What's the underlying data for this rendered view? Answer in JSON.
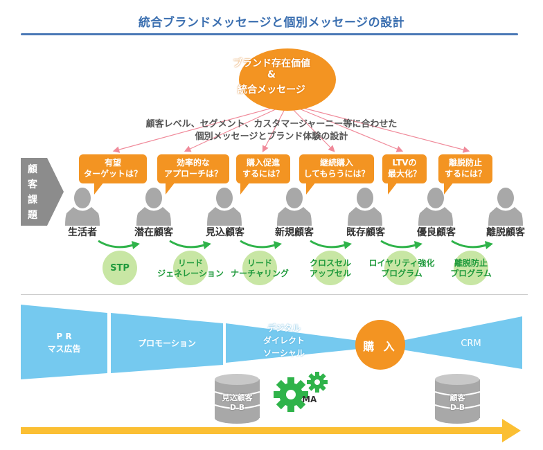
{
  "title": "統合ブランドメッセージと個別メッセージの設計",
  "core": {
    "line1": "ブランド存在価値",
    "line2": "&",
    "line3": "統合メッセージ",
    "color": "#f39422"
  },
  "subtitle": {
    "line1": "顧客レベル、セグメント、カスタマージャーニー等に合わせた",
    "line2": "個別メッセージとブランド体験の設計"
  },
  "side_tag": {
    "chars": [
      "顧",
      "客",
      "課",
      "題"
    ],
    "color": "#8c8c8c"
  },
  "challenges": [
    {
      "line1": "有望",
      "line2": "ターゲットは？"
    },
    {
      "line1": "効率的な",
      "line2": "アプローチは？"
    },
    {
      "line1": "購入促進",
      "line2": "するには？"
    },
    {
      "line1": "継続購入",
      "line2": "してもらうには？"
    },
    {
      "line1": "LTVの",
      "line2": "最大化？"
    },
    {
      "line1": "離脱防止",
      "line2": "するには？"
    }
  ],
  "customer_stages": [
    "生活者",
    "潜在顧客",
    "見込顧客",
    "新規顧客",
    "既存顧客",
    "優良顧客",
    "離脱顧客"
  ],
  "tactics": [
    {
      "line1": "STP",
      "line2": ""
    },
    {
      "line1": "リード",
      "line2": "ジェネレーション"
    },
    {
      "line1": "リード",
      "line2": "ナーチャリング"
    },
    {
      "line1": "クロスセル",
      "line2": "アップセル"
    },
    {
      "line1": "ロイヤリティ強化",
      "line2": "プログラム"
    },
    {
      "line1": "離脱防止",
      "line2": "プログラム"
    }
  ],
  "funnel": {
    "segments": [
      {
        "line1": "P R",
        "line2": "マス広告"
      },
      {
        "line1": "プロモーション",
        "line2": ""
      },
      {
        "line1": "デジタル",
        "line2": "ダイレクト",
        "line3": "ソーシャル"
      }
    ],
    "purchase": "購 入",
    "crm": "CRM",
    "color": "#75c9ef"
  },
  "databases": [
    {
      "line1": "見込顧客",
      "line2": "D B"
    },
    {
      "line1": "顧客",
      "line2": "D B"
    }
  ],
  "ma_label": "MA",
  "colors": {
    "title": "#3b6fb0",
    "accent_orange": "#f39422",
    "green_arrow": "#2fb34a",
    "tactic_circle": "#c8e6a4",
    "timeline_arrow": "#fbbf33",
    "connector_lines": "#f08a9a",
    "person_gray": "#a8a8a8"
  }
}
